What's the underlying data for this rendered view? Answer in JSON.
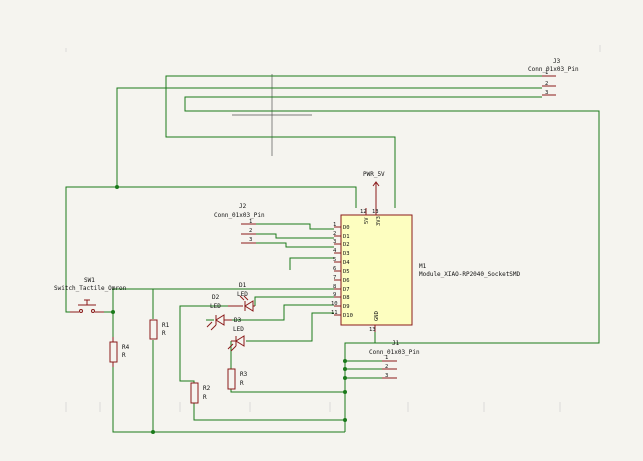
{
  "schematic": {
    "j3": {
      "ref": "J3",
      "value": "Conn_01x03_Pin",
      "pins": [
        "1",
        "2",
        "3"
      ]
    },
    "j2": {
      "ref": "J2",
      "value": "Conn_01x03_Pin",
      "pins": [
        "1",
        "2",
        "3"
      ]
    },
    "j1": {
      "ref": "J1",
      "value": "Conn_01x03_Pin",
      "pins": [
        "1",
        "2",
        "3"
      ]
    },
    "pwr": {
      "label": "PWR_5V"
    },
    "m1": {
      "ref": "M1",
      "value": "Module_XIAO-RP2040_SocketSMD",
      "top_pins": [
        "12",
        "5V",
        "13",
        "3V3"
      ],
      "left_pins": [
        {
          "num": "1",
          "name": "D0"
        },
        {
          "num": "2",
          "name": "D1"
        },
        {
          "num": "3",
          "name": "D2"
        },
        {
          "num": "4",
          "name": "D3"
        },
        {
          "num": "5",
          "name": "D4"
        },
        {
          "num": "6",
          "name": "D5"
        },
        {
          "num": "7",
          "name": "D6"
        },
        {
          "num": "8",
          "name": "D7"
        },
        {
          "num": "9",
          "name": "D8"
        },
        {
          "num": "10",
          "name": "D9"
        },
        {
          "num": "11",
          "name": "D10"
        }
      ],
      "bottom_pins": [
        "GND",
        "13"
      ]
    },
    "sw1": {
      "ref": "SW1",
      "value": "Switch_Tactile_Omron"
    },
    "d1": {
      "ref": "D1",
      "value": "LED"
    },
    "d2": {
      "ref": "D2",
      "value": "LED"
    },
    "d3": {
      "ref": "D3",
      "value": "LED"
    },
    "r1": {
      "ref": "R1",
      "value": "R"
    },
    "r2": {
      "ref": "R2",
      "value": "R"
    },
    "r3": {
      "ref": "R3",
      "value": "R"
    },
    "r4": {
      "ref": "R4",
      "value": "R"
    }
  }
}
